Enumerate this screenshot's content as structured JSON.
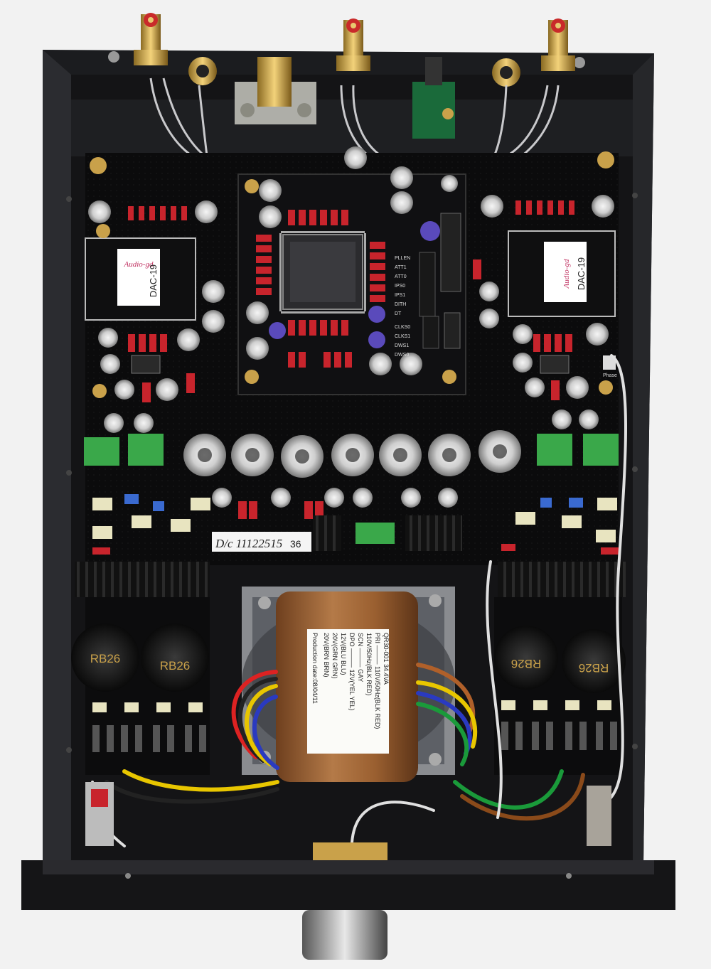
{
  "photo": {
    "subject": "DAC-19 audio DAC internal view",
    "transformer_left_label": "DAC-19",
    "transformer_right_label": "DAC-19",
    "transformer_left_brand": "Audio-gd",
    "transformer_right_brand": "Audio-gd",
    "cap_left_1": "RB26",
    "cap_left_2": "RB26",
    "cap_right_1": "RB26",
    "cap_right_2": "RB26",
    "serial_sticker": "D/c 11122515",
    "serial_number": "36",
    "power_transformer_lines": [
      "QR30-001 34.4VA",
      "PRI ——— 110V/50Hz(BLK RED)",
      "            110V/50Hz(BLK RED)",
      "SCN ——— GAY",
      "DPO ——— 12V(YEL YEL)",
      "            12V(BLU BLU)",
      "            20V(GRN GRN)",
      "            20V(BRN BRN)",
      "Production date:08/04/11"
    ],
    "pcb_labels": [
      "PLLEN",
      "ATT1",
      "ATT0",
      "IPS0",
      "IPS1",
      "DITH",
      "DT",
      "CLKS0",
      "CLKS1",
      "DWS1",
      "DWS0"
    ],
    "phase_label": "Phase",
    "colors": {
      "chassis": "#1a1a1c",
      "pcb": "#0b0b0c",
      "copper": "#a86b3c",
      "gold": "#c9a14a",
      "red_component": "#c8242c",
      "heatsink_green": "#3aa84a"
    }
  }
}
